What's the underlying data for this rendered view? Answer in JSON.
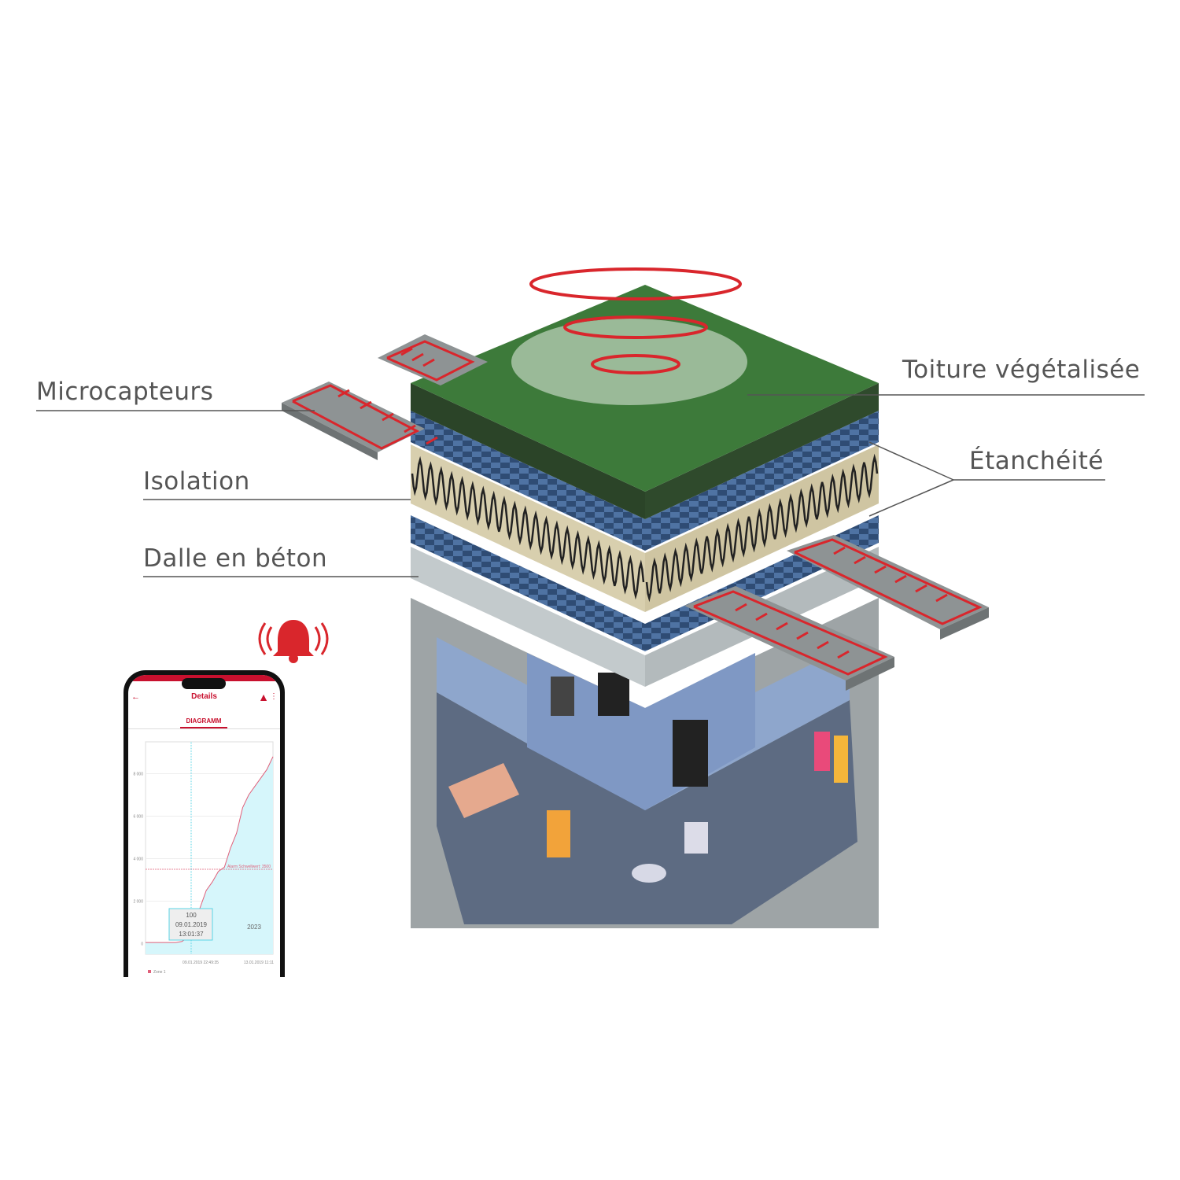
{
  "labels": {
    "microcapteurs": "Microcapteurs",
    "isolation": "Isolation",
    "dalle": "Dalle en béton",
    "toiture": "Toiture végétalisée",
    "etancheite": "Étanchéité"
  },
  "colors": {
    "accent": "#c8102e",
    "green_top": "#3d7a3a",
    "waterproof": "#2f4c74",
    "insulation": "#d8cfae",
    "concrete": "#c3cacc",
    "sensor_red": "#d9262c"
  },
  "phone": {
    "title": "Details",
    "back_icon": "arrow-left-icon",
    "alert_icon": "warning-triangle-icon",
    "menu_icon": "more-vertical-icon",
    "tab": "DIAGRAMM",
    "alarm_bell_icon": "bell-ringing-icon"
  },
  "chart_data": {
    "type": "area",
    "title": "",
    "yticks": [
      "0",
      "2 000",
      "4 000",
      "6 000",
      "8 000"
    ],
    "ylim": [
      -500,
      9500
    ],
    "xticks": [
      "09.01.2019 22:49:35",
      "13.01.2019 11:11"
    ],
    "series": [
      {
        "name": "Zone 1",
        "values": [
          50,
          50,
          50,
          50,
          50,
          50,
          100,
          300,
          1000,
          1700,
          2500,
          2900,
          3400,
          3600,
          4500,
          5200,
          6400,
          7000,
          7400,
          7800,
          8200,
          8800
        ]
      }
    ],
    "threshold": {
      "value": 3500,
      "label": "Alarm Schwellwert: 3500"
    },
    "tooltip": {
      "value": "100",
      "date": "09.01.2019",
      "time": "13:01:37"
    },
    "annotation": "2023",
    "legend": "Zone 1"
  }
}
